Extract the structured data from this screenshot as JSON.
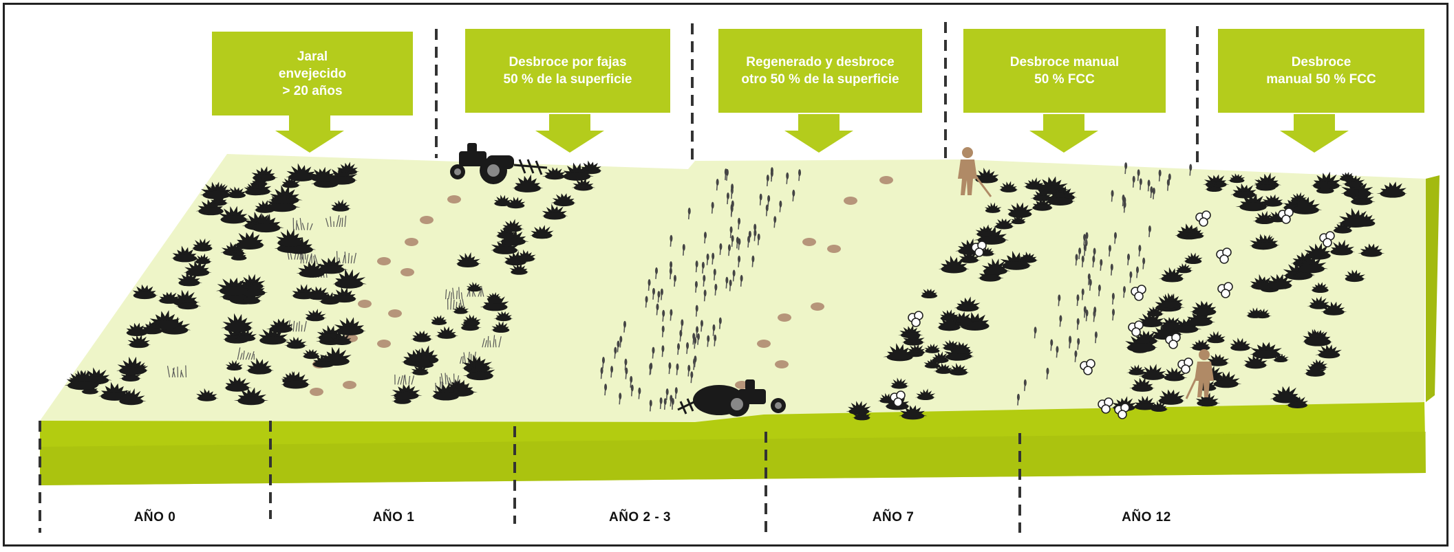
{
  "diagram": {
    "stages": [
      {
        "label": "Jaral\nenvejecido\n> 20 años"
      },
      {
        "label": "Desbroce por fajas\n50 % de la superficie"
      },
      {
        "label": "Regenerado y desbroce\notro 50 % de la superficie"
      },
      {
        "label": "Desbroce manual\n50 % FCC"
      },
      {
        "label": "Desbroce\nmanual 50 % FCC"
      }
    ],
    "years": [
      "AÑO 0",
      "AÑO 1",
      "AÑO 2 - 3",
      "AÑO 7",
      "AÑO 12"
    ]
  },
  "colors": {
    "callout": "#b4cc1c",
    "ground_top": "#eef5c8",
    "ground_side": "#b3cc10",
    "ground_side_dark": "#9bb00e",
    "shrub": "#1b1b1b",
    "stump": "#b6957a",
    "person": "#b08a66",
    "tractor": "#1a1a1a"
  },
  "icons": [
    "tractor-icon",
    "worker-icon",
    "shrub-icon",
    "stump-icon",
    "seedling-icon",
    "mushroom-icon",
    "grass-icon"
  ]
}
